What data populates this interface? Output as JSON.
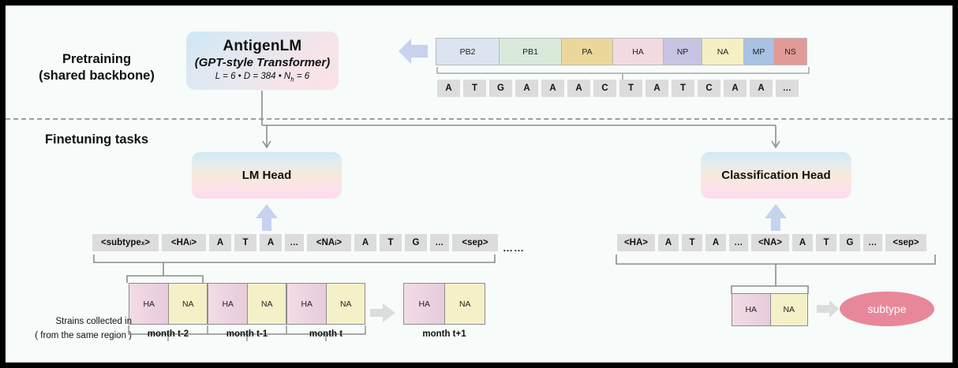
{
  "figure": {
    "background": "#f7fbfa",
    "border_color": "#000000"
  },
  "sections": {
    "pretraining": {
      "line1": "Pretraining",
      "line2": "(shared backbone)"
    },
    "finetuning": {
      "label": "Finetuning tasks"
    }
  },
  "backbone": {
    "title": "AntigenLM",
    "subtitle": "(GPT-style Transformer)",
    "hparams_prefix": "L = 6 • D = 384 • N",
    "hparams_sub": "h",
    "hparams_suffix": " = 6",
    "gradient_from": "#cfe7f5",
    "gradient_to": "#fbe2e6"
  },
  "gene_bar": {
    "segments": [
      {
        "label": "PB2",
        "color": "#dbe5f1",
        "width": 80
      },
      {
        "label": "PB1",
        "color": "#d9e9da",
        "width": 79
      },
      {
        "label": "PA",
        "color": "#ecd79b",
        "width": 65
      },
      {
        "label": "HA",
        "color": "#f2dbe0",
        "width": 64
      },
      {
        "label": "NP",
        "color": "#c6c4e2",
        "width": 49
      },
      {
        "label": "NA",
        "color": "#f5f0c2",
        "width": 53
      },
      {
        "label": "MP",
        "color": "#a8c2e4",
        "width": 38
      },
      {
        "label": "NS",
        "color": "#e29a97",
        "width": 41
      }
    ]
  },
  "pretrain_tokens": [
    "A",
    "T",
    "G",
    "A",
    "A",
    "A",
    "C",
    "T",
    "A",
    "T",
    "C",
    "A",
    "A",
    "…"
  ],
  "lm_head": {
    "label": "LM Head"
  },
  "classification_head": {
    "label": "Classification Head"
  },
  "lm_tokens": [
    {
      "text": "<subtype",
      "sub": "x",
      "tail": ">",
      "w": 84
    },
    {
      "text": "<HA",
      "sub": "i",
      "tail": ">",
      "w": 56
    },
    {
      "text": "A",
      "w": 28
    },
    {
      "text": "T",
      "w": 28
    },
    {
      "text": "A",
      "w": 28
    },
    {
      "text": "…",
      "w": 24,
      "dots": true
    },
    {
      "text": "<NA",
      "sub": "i",
      "tail": ">",
      "w": 56
    },
    {
      "text": "A",
      "w": 28
    },
    {
      "text": "T",
      "w": 28
    },
    {
      "text": "G",
      "w": 28
    },
    {
      "text": "…",
      "w": 24,
      "dots": true
    },
    {
      "text": "<sep>",
      "w": 58
    }
  ],
  "lm_tokens_trailing": "……",
  "cls_tokens": [
    {
      "text": "<HA>",
      "w": 48
    },
    {
      "text": "A",
      "w": 26
    },
    {
      "text": "T",
      "w": 26
    },
    {
      "text": "A",
      "w": 26
    },
    {
      "text": "…",
      "w": 24,
      "dots": true
    },
    {
      "text": "<NA>",
      "w": 48
    },
    {
      "text": "A",
      "w": 26
    },
    {
      "text": "T",
      "w": 26
    },
    {
      "text": "G",
      "w": 26
    },
    {
      "text": "…",
      "w": 24,
      "dots": true
    },
    {
      "text": "<sep>",
      "w": 52
    }
  ],
  "strain_series": {
    "caption_line1": "Strains collected in",
    "caption_line2": "( from the same  region )",
    "pairs": [
      {
        "ha": "HA",
        "na": "NA",
        "month": "month t-2"
      },
      {
        "ha": "HA",
        "na": "NA",
        "month": "month t-1"
      },
      {
        "ha": "HA",
        "na": "NA",
        "month": "month t"
      }
    ],
    "predicted": {
      "ha": "HA",
      "na": "NA",
      "month": "month t+1"
    }
  },
  "classification_strain": {
    "ha": "HA",
    "na": "NA"
  },
  "subtype_output": {
    "label": "subtype",
    "color": "#e8879a"
  },
  "colors": {
    "token_bg": "#dcdcdc",
    "arrow_blue": "#c6d2ee",
    "arrow_gray": "#dcdcdc",
    "bracket": "#8d8d8d",
    "connector": "#8d8d8d"
  }
}
